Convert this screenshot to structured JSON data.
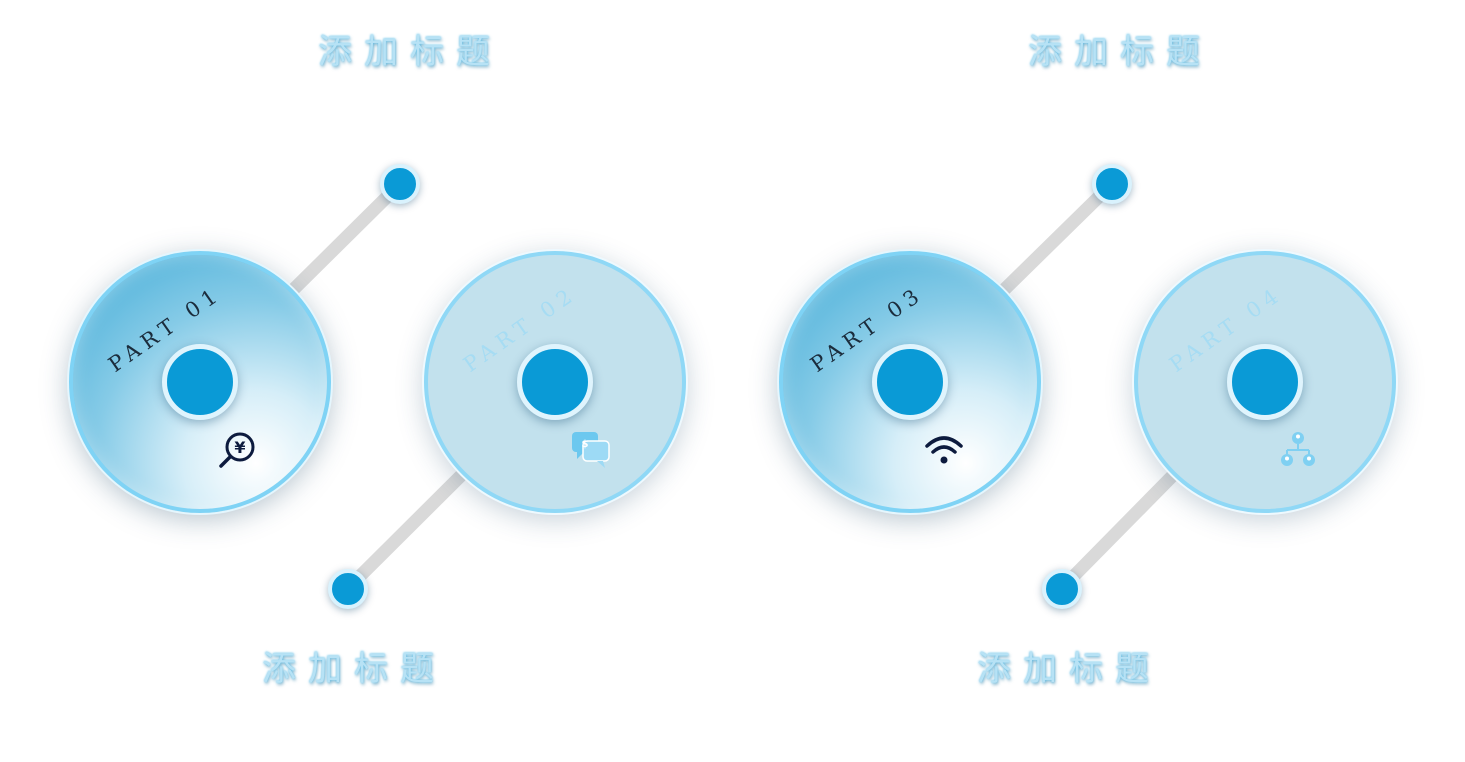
{
  "titles": {
    "t1": "添加标题",
    "t2": "添加标题",
    "t3": "添加标题",
    "t4": "添加标题"
  },
  "parts": {
    "p1": "PART 01",
    "p2": "PART 02",
    "p3": "PART 03",
    "p4": "PART 04"
  },
  "icons": {
    "p1": "yuan-search-icon",
    "p2": "chat-bubbles-icon",
    "p3": "wifi-icon",
    "p4": "org-chart-icon"
  },
  "colors": {
    "accent": "#0a9ad6",
    "disc_dark": "#3ca9d6",
    "disc_light": "#c2e1ed",
    "connector": "#d9d9d9",
    "title_text": "#b7e2f5"
  }
}
